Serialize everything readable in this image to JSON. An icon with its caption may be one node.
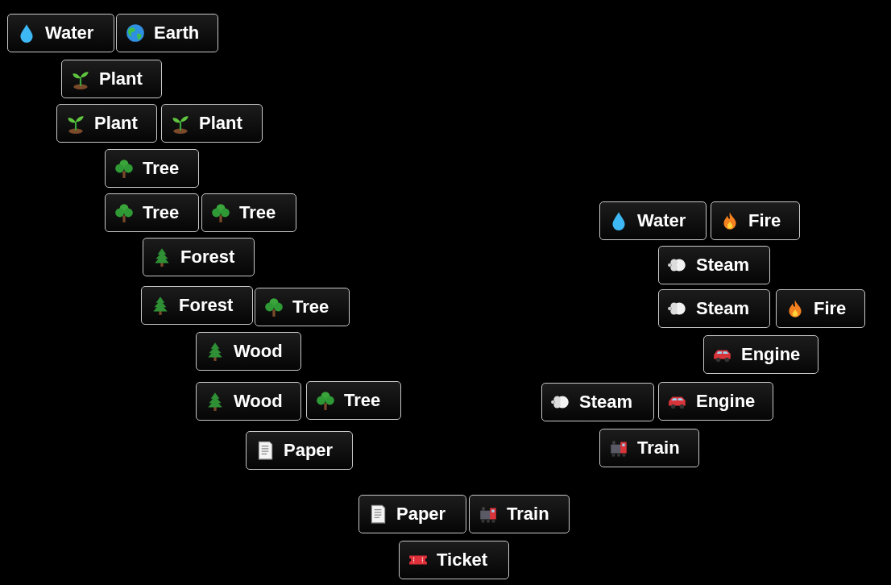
{
  "diagram": {
    "nodes": [
      {
        "text": [
          "Water"
        ]
      },
      {
        "text": [
          "Earth"
        ]
      },
      {
        "text": [
          "Plant"
        ]
      },
      {
        "text": [
          "Plant"
        ]
      },
      {
        "text": [
          "Plant"
        ]
      },
      {
        "text": [
          "Tree"
        ]
      },
      {
        "text": [
          "Tree"
        ]
      },
      {
        "text": [
          "Tree"
        ]
      },
      {
        "text": [
          "Forest"
        ]
      },
      {
        "text": [
          "Forest"
        ]
      },
      {
        "text": [
          "Tree"
        ]
      },
      {
        "text": [
          "Wood"
        ]
      },
      {
        "text": [
          "Wood"
        ]
      },
      {
        "text": [
          "Tree"
        ]
      },
      {
        "text": [
          "Paper"
        ]
      },
      {
        "text": [
          "Water"
        ]
      },
      {
        "text": [
          "Fire"
        ]
      },
      {
        "text": [
          "Steam"
        ]
      },
      {
        "text": [
          "Steam"
        ]
      },
      {
        "text": [
          "Fire"
        ]
      },
      {
        "text": [
          "Engine"
        ]
      },
      {
        "text": [
          "Steam"
        ]
      },
      {
        "text": [
          "Engine"
        ]
      },
      {
        "text": [
          "Train"
        ]
      },
      {
        "text": [
          "Paper"
        ]
      },
      {
        "text": [
          "Train"
        ]
      },
      {
        "text": [
          "Ticket"
        ]
      }
    ]
  }
}
